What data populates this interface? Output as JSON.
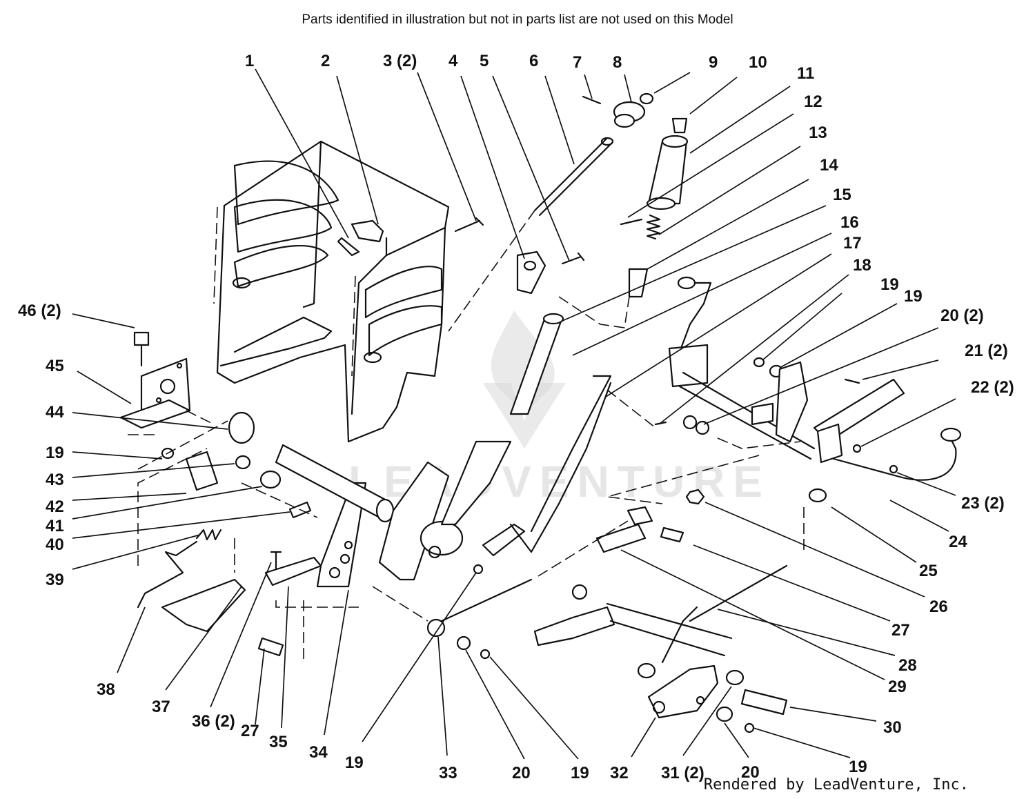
{
  "header_note": "Parts identified in illustration but not in parts list are not used on this Model",
  "footer_credit": "Rendered by LeadVenture, Inc.",
  "watermark": "LEADVENTURE",
  "callouts": [
    {
      "text": "1"
    },
    {
      "text": "2"
    },
    {
      "text": "3 (2)"
    },
    {
      "text": "4"
    },
    {
      "text": "5"
    },
    {
      "text": "6"
    },
    {
      "text": "7"
    },
    {
      "text": "8"
    },
    {
      "text": "9"
    },
    {
      "text": "10"
    },
    {
      "text": "11"
    },
    {
      "text": "12"
    },
    {
      "text": "13"
    },
    {
      "text": "14"
    },
    {
      "text": "15"
    },
    {
      "text": "16"
    },
    {
      "text": "17"
    },
    {
      "text": "18"
    },
    {
      "text": "19"
    },
    {
      "text": "19"
    },
    {
      "text": "20 (2)"
    },
    {
      "text": "21 (2)"
    },
    {
      "text": "22 (2)"
    },
    {
      "text": "23 (2)"
    },
    {
      "text": "24"
    },
    {
      "text": "25"
    },
    {
      "text": "26"
    },
    {
      "text": "27"
    },
    {
      "text": "28"
    },
    {
      "text": "29"
    },
    {
      "text": "30"
    },
    {
      "text": "19"
    },
    {
      "text": "20"
    },
    {
      "text": "31 (2)"
    },
    {
      "text": "32"
    },
    {
      "text": "19"
    },
    {
      "text": "20"
    },
    {
      "text": "33"
    },
    {
      "text": "19"
    },
    {
      "text": "34"
    },
    {
      "text": "35"
    },
    {
      "text": "27"
    },
    {
      "text": "36 (2)"
    },
    {
      "text": "37"
    },
    {
      "text": "38"
    },
    {
      "text": "39"
    },
    {
      "text": "40"
    },
    {
      "text": "41"
    },
    {
      "text": "42"
    },
    {
      "text": "43"
    },
    {
      "text": "19"
    },
    {
      "text": "44"
    },
    {
      "text": "45"
    },
    {
      "text": "46 (2)"
    }
  ]
}
